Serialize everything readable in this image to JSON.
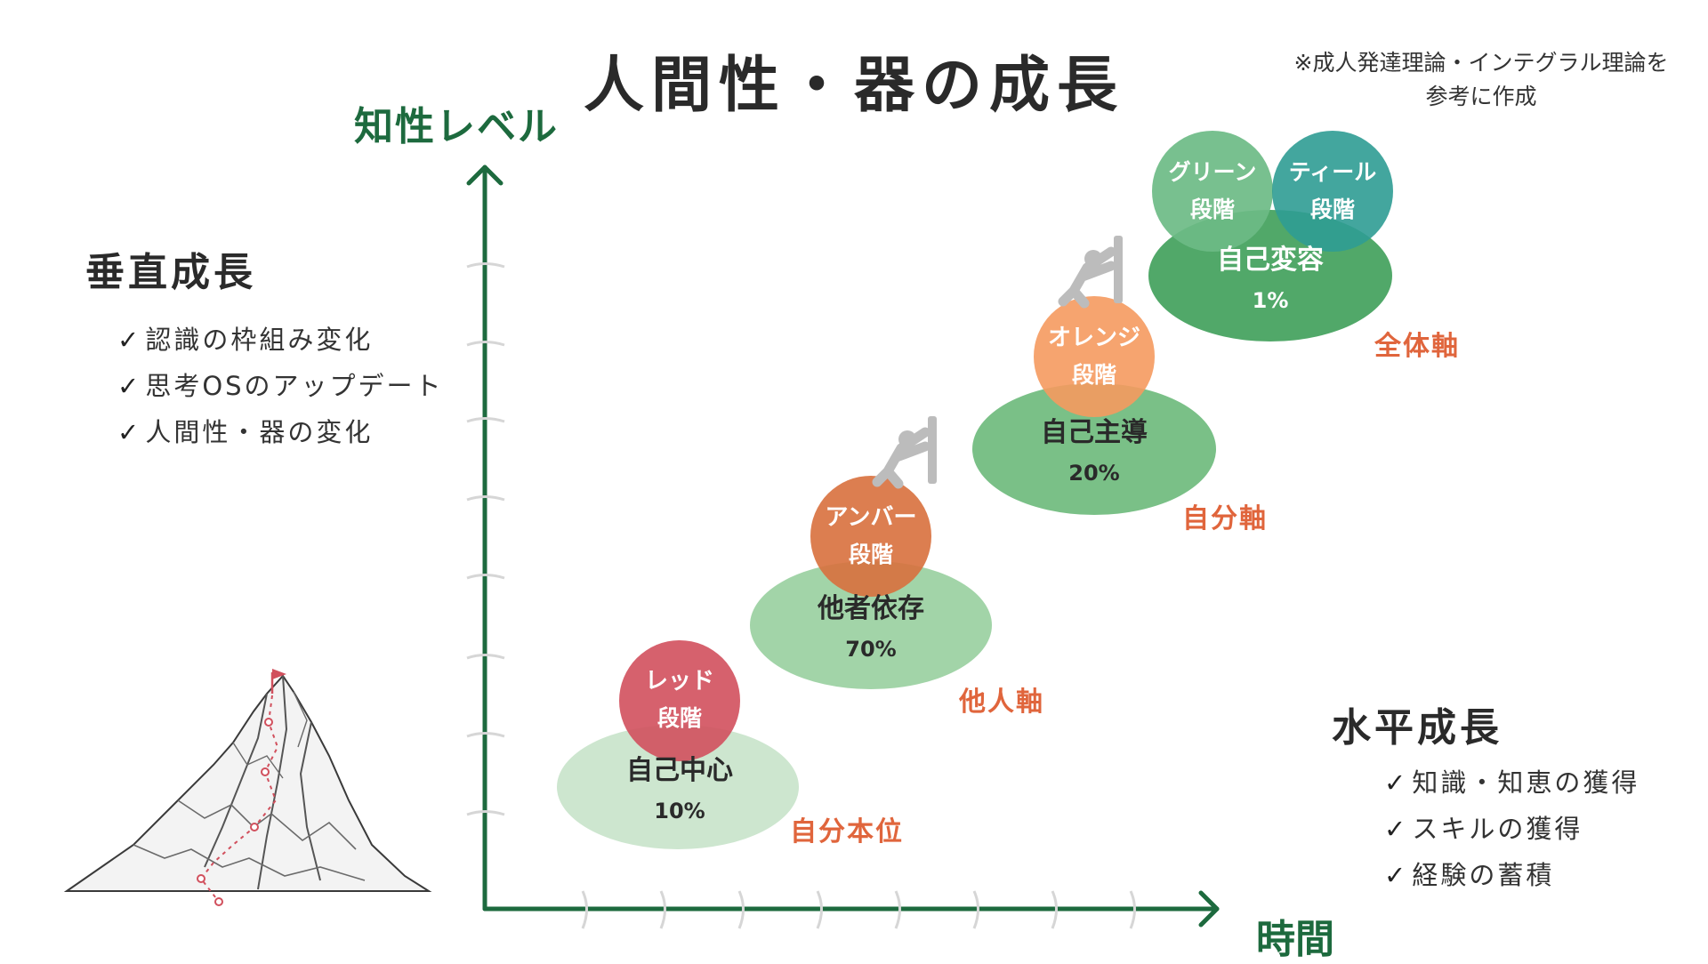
{
  "title": "人間性・器の成長",
  "note": [
    "※成人発達理論・インテグラル理論を",
    "参考に作成"
  ],
  "axes": {
    "y_label": "知性レベル",
    "x_label": "時間",
    "color": "#1d6a3e"
  },
  "vertical_growth": {
    "heading": "垂直成長",
    "items": [
      "認識の枠組み変化",
      "思考OSのアップデート",
      "人間性・器の変化"
    ]
  },
  "horizontal_growth": {
    "heading": "水平成長",
    "items": [
      "知識・知恵の獲得",
      "スキルの獲得",
      "経験の蓄積"
    ]
  },
  "check_mark": "✓",
  "stages": [
    {
      "name": "自己中心",
      "percent": "10%",
      "stage": [
        "レッド",
        "段階"
      ],
      "axis": "自分本位",
      "ellipse_color": "#cde6cf",
      "circle_color": "#d1505d"
    },
    {
      "name": "他者依存",
      "percent": "70%",
      "stage": [
        "アンバー",
        "段階"
      ],
      "axis": "他人軸",
      "ellipse_color": "#92cc99",
      "circle_color": "#d8703d"
    },
    {
      "name": "自己主導",
      "percent": "20%",
      "stage": [
        "オレンジ",
        "段階"
      ],
      "axis": "自分軸",
      "ellipse_color": "#63b572",
      "circle_color": "#f59a5f"
    },
    {
      "name": "自己変容",
      "percent": "1%",
      "stage": [
        "グリーン",
        "段階"
      ],
      "stage2": [
        "ティール",
        "段階"
      ],
      "axis": "全体軸",
      "ellipse_color": "#3e9e59",
      "circle_color": "#6dbb85",
      "circle2_color": "#2f9c94"
    }
  ],
  "accent_color": "#e0653c"
}
